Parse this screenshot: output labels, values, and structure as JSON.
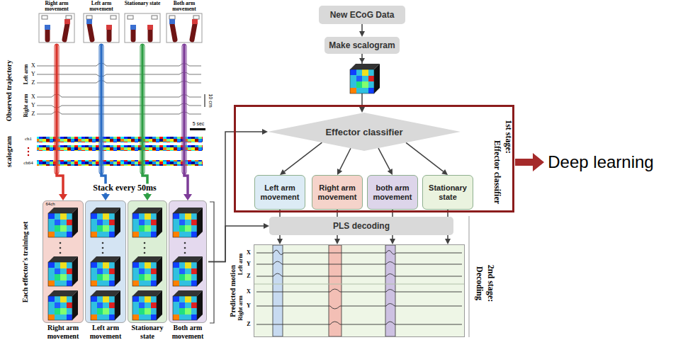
{
  "diagram": {
    "nodes": [
      {
        "text": [
          "Right arm movement"
        ]
      },
      {
        "text": [
          "Left arm movement"
        ]
      },
      {
        "text": [
          "Stationary state"
        ]
      },
      {
        "text": [
          "Both arm movement"
        ]
      },
      {
        "text": [
          "Each effector's training set"
        ]
      },
      {
        "text": [
          "Right arm movement"
        ],
        "in": 4
      },
      {
        "text": [
          "Left arm movement"
        ],
        "in": 4
      },
      {
        "text": [
          "Stationary state"
        ],
        "in": 4
      },
      {
        "text": [
          "Both arm movement"
        ],
        "in": 4
      },
      {
        "text": [
          "New ECoG Data"
        ]
      },
      {
        "text": [
          "Make scalogram"
        ]
      },
      {
        "text": [
          "1st stage:",
          "Effector classifier"
        ]
      },
      {
        "text": [
          "Effector classifier"
        ],
        "in": 11
      },
      {
        "text": [
          "Left arm movement"
        ],
        "in": 11
      },
      {
        "text": [
          "Right arm movement"
        ],
        "in": 11
      },
      {
        "text": [
          "both arm movement"
        ],
        "in": 11
      },
      {
        "text": [
          "Stationary state"
        ],
        "in": 11
      },
      {
        "text": [
          "PLS decoding"
        ]
      },
      {
        "text": [
          "Predicted motion"
        ]
      }
    ],
    "edges": [
      {
        "from": 0,
        "to": 5,
        "arrow": "to"
      },
      {
        "from": 1,
        "to": 6,
        "arrow": "to"
      },
      {
        "from": 2,
        "to": 7,
        "arrow": "to"
      },
      {
        "from": 3,
        "to": 8,
        "arrow": "to"
      },
      {
        "from": 4,
        "to": 12,
        "arrow": "to"
      },
      {
        "from": 4,
        "to": 17,
        "arrow": "to"
      },
      {
        "from": 9,
        "to": 10,
        "arrow": "to"
      },
      {
        "from": 10,
        "to": 12,
        "arrow": "to"
      },
      {
        "from": 12,
        "to": 13,
        "arrow": "to"
      },
      {
        "from": 12,
        "to": 14,
        "arrow": "to"
      },
      {
        "from": 12,
        "to": 15,
        "arrow": "to"
      },
      {
        "from": 12,
        "to": 16,
        "arrow": "to"
      },
      {
        "from": 13,
        "to": 18,
        "arrow": "to"
      },
      {
        "from": 14,
        "to": 18,
        "arrow": "to"
      },
      {
        "from": 15,
        "to": 18,
        "arrow": "to"
      },
      {
        "from": 16,
        "to": 18,
        "arrow": "to"
      }
    ],
    "labels": [
      "Observed trajectory",
      "X",
      "Y",
      "Z",
      "Left arm",
      "X",
      "Y",
      "Z",
      "Right arm",
      "5 sec",
      "10 cm",
      "scalogram",
      "ch1",
      "ch64",
      "Stack every 50ms",
      "64ch",
      "X",
      "Y",
      "Z",
      "Left arm",
      "X",
      "Y",
      "Z",
      "Right arm",
      "2nd stage:",
      "Decoding",
      "Deep learning"
    ]
  }
}
